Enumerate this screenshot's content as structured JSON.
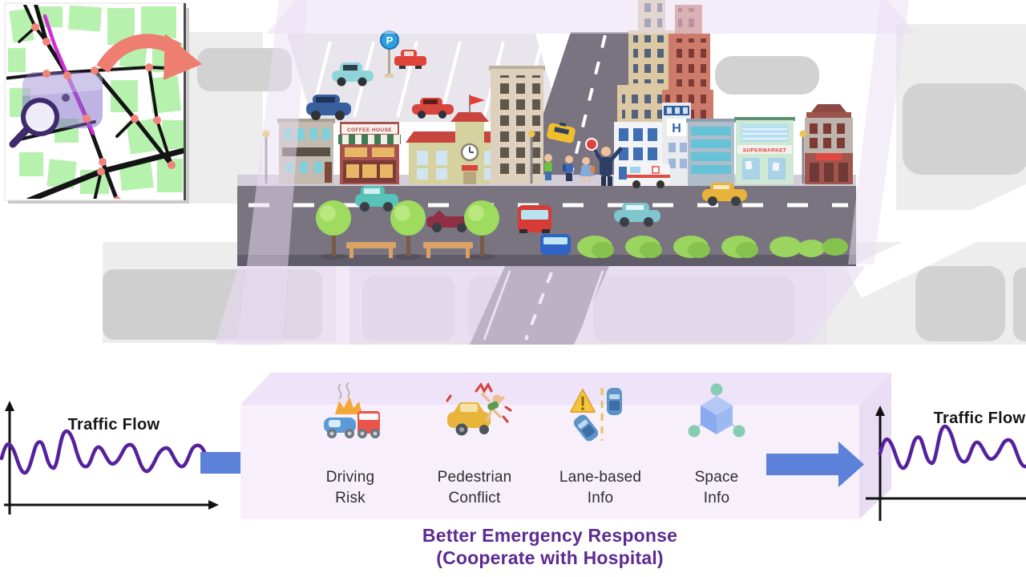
{
  "figure": {
    "caption_line1": "Better Emergency Response",
    "caption_line2": "(Cooperate with Hospital)"
  },
  "city": {
    "coffee_house_sign": "COFFEE HOUSE",
    "supermarket_sign": "SUPERMARKET",
    "hospital_sign": "H",
    "parking_sign": "P"
  },
  "pipeline": {
    "input_label": "Traffic Flow",
    "output_label": "Traffic Flow",
    "modules": [
      {
        "line1": "Driving",
        "line2": "Risk",
        "icon": "car-collision-icon"
      },
      {
        "line1": "Pedestrian",
        "line2": "Conflict",
        "icon": "car-pedestrian-collision-icon"
      },
      {
        "line1": "Lane-based",
        "line2": "Info",
        "icon": "lane-warning-icon"
      },
      {
        "line1": "Space",
        "line2": "Info",
        "icon": "space-cube-icon"
      }
    ]
  },
  "colors": {
    "arrow_blue": "#5c81d8",
    "wave_purple": "#55229e",
    "caption_purple": "#5c2b91",
    "box_lavender": "#f7f0fb",
    "map_arrow_salmon": "#ee7e6f",
    "graph_node_salmon": "#f2837a",
    "map_block_green": "#b6f2ae"
  }
}
